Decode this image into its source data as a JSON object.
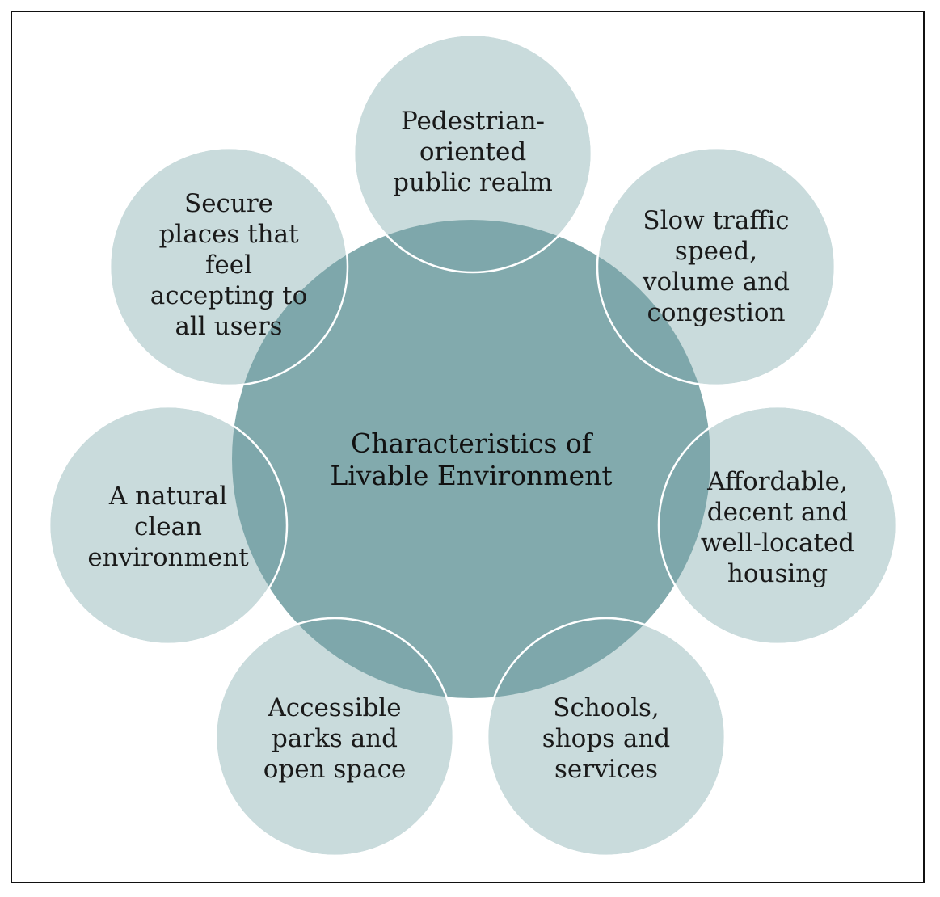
{
  "colors": {
    "background": "#ffffff",
    "frame": "#111111",
    "center_fill": "#77a3a6",
    "outer_fill": "#c9dbdc",
    "circle_stroke": "#ffffff",
    "text": "#1a1a1a"
  },
  "center": {
    "lines": [
      "Characteristics of",
      "Livable Environment"
    ]
  },
  "nodes": [
    {
      "id": "pedestrian",
      "lines": [
        "Pedestrian-",
        "oriented",
        "public realm"
      ]
    },
    {
      "id": "traffic",
      "lines": [
        "Slow traffic",
        "speed,",
        "volume and",
        "congestion"
      ]
    },
    {
      "id": "housing",
      "lines": [
        "Affordable,",
        "decent and",
        "well-located",
        "housing"
      ]
    },
    {
      "id": "schools",
      "lines": [
        "Schools,",
        "shops and",
        "services"
      ]
    },
    {
      "id": "parks",
      "lines": [
        "Accessible",
        "parks and",
        "open space"
      ]
    },
    {
      "id": "environment",
      "lines": [
        "A natural",
        "clean",
        "environment"
      ]
    },
    {
      "id": "secure",
      "lines": [
        "Secure",
        "places that",
        "feel",
        "accepting to",
        "all users"
      ]
    }
  ]
}
